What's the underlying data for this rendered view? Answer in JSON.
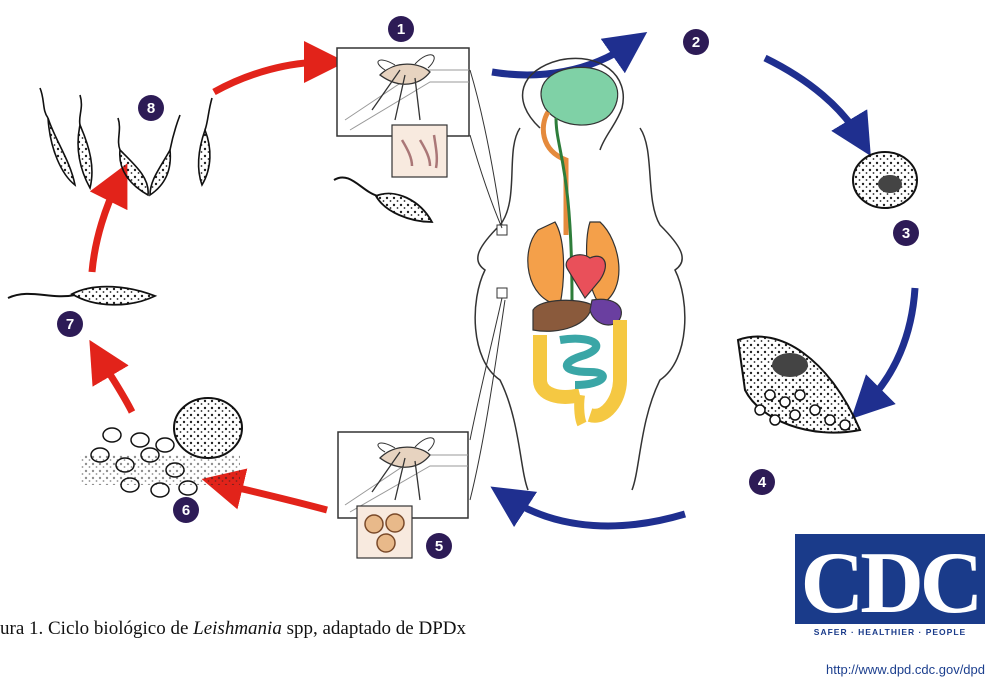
{
  "diagram": {
    "steps": [
      {
        "n": "1"
      },
      {
        "n": "2"
      },
      {
        "n": "3"
      },
      {
        "n": "4"
      },
      {
        "n": "5"
      },
      {
        "n": "6"
      },
      {
        "n": "7"
      },
      {
        "n": "8"
      }
    ],
    "colors": {
      "blue_arrow": "#1f2f8f",
      "red_arrow": "#e2231a",
      "badge": "#2d1b56",
      "sandfly_panel": "#f8eadf",
      "brain": "#7fd1a6",
      "lungs": "#f4a04a",
      "heart": "#e9505a",
      "liver": "#8a5a3c",
      "intestine_large": "#f5c842",
      "intestine_small": "#3aa6a6",
      "stomach": "#6a3fa0"
    }
  },
  "caption": {
    "prefix": "ura 1. Ciclo biológico de ",
    "genus": "Leishmania",
    "suffix": " spp, adaptado de DPDx"
  },
  "logo": {
    "letters": "CDC",
    "tagline": "SAFER · HEALTHIER · PEOPLE",
    "url": "http://www.dpd.cdc.gov/dpd",
    "color": "#1a3b8a"
  }
}
